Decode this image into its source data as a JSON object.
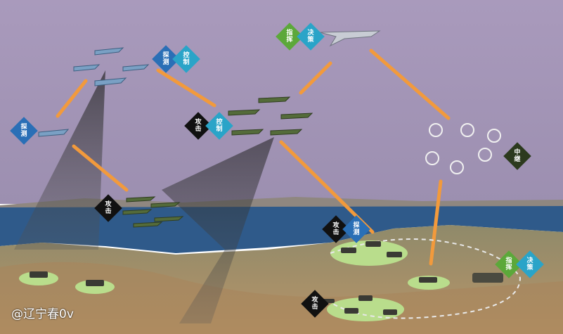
{
  "badges": {
    "detect_top": "探\n测",
    "control_top": "控\n制",
    "detect_left": "探\n测",
    "attack_mid": "攻\n击",
    "control_mid": "控\n制",
    "command_top": "指\n挥",
    "decide_top": "决\n策",
    "relay": "中\n继",
    "attack_low": "攻\n击",
    "attack_base": "攻\n击",
    "detect_base": "探\n测",
    "command_right": "指\n挥",
    "decide_right": "决\n策",
    "attack_bottom": "攻\n击"
  },
  "watermark": "@辽宁春0v",
  "colors": {
    "link": "#f29a3c",
    "sky": "#a596b8",
    "sea": "#2f5a8a",
    "land": "#b59468",
    "pad": "#b9dd8c"
  }
}
